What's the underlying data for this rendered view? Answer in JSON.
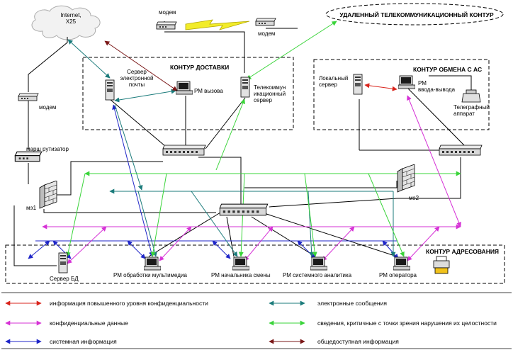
{
  "nodes": {
    "internet": "Internet,\nX25",
    "modem_left": "модем",
    "modem_top_left": "модем",
    "modem_top_right": "модем",
    "router": "марш рутизатор",
    "me1": "мэ1",
    "me2": "мэ2",
    "mail_server": "Сервер\nэлектронной\nпочты",
    "rm_call": "РМ вызова",
    "telecom_server": "Телекоммун\nикационный\nсервер",
    "local_server": "Локальный\nсервер",
    "rm_io": "РМ\nввода-вывода",
    "telegraph": "Телеграфный\nаппарат",
    "db_server": "Сервер БД",
    "rm_multimedia": "РМ обработки мультимедиа",
    "rm_shift": "РМ начальника смены",
    "rm_analyst": "РМ системного аналитика",
    "rm_operator": "РМ оператора"
  },
  "zones": {
    "remote": "УДАЛЕННЫЙ ТЕЛЕКОММУНИКАЦИОННЫЙ КОНТУР",
    "delivery": "КОНТУР ДОСТАВКИ",
    "exchange": "КОНТУР ОБМЕНА С АС",
    "addressing": "КОНТУР АДРЕСОВАНИЯ"
  },
  "legend": [
    {
      "label": "информация повышенного уровня конфиденциальности",
      "color": "#d9241c"
    },
    {
      "label": "электронные сообщения",
      "color": "#1b7b7b"
    },
    {
      "label": "конфиденциальные данные",
      "color": "#d632d6"
    },
    {
      "label": "сведения, критичные с точки зрения нарушения их целостности",
      "color": "#3ad43a"
    },
    {
      "label": "системная информация",
      "color": "#1f26c8"
    },
    {
      "label": "общедоступная информация",
      "color": "#7a1717"
    }
  ]
}
